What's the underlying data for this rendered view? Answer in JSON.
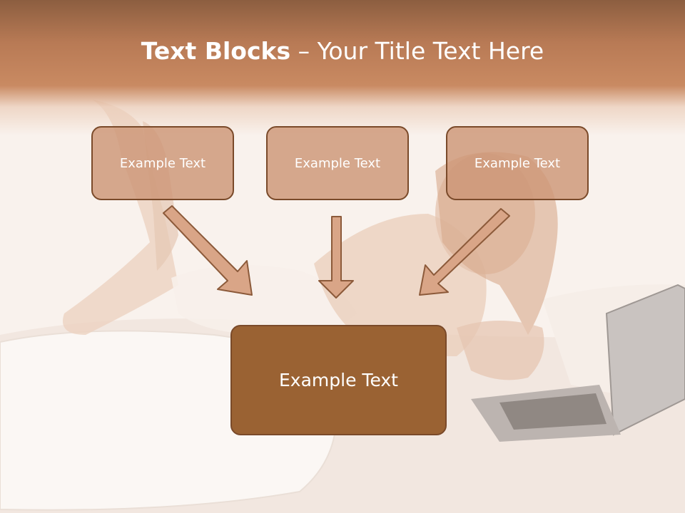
{
  "slide": {
    "title_bold": "Text Blocks",
    "title_rest": " – Your Title Text Here",
    "boxes": [
      {
        "label": "Example Text"
      },
      {
        "label": "Example Text"
      },
      {
        "label": "Example Text"
      }
    ],
    "center_box": {
      "label": "Example Text"
    }
  },
  "colors": {
    "header_band": "#c98a62",
    "small_box_fill": "#cd9676",
    "box_border": "#7a4a2a",
    "center_box_fill": "#9a6233",
    "arrow_fill": "#d9a587",
    "arrow_stroke": "#8c5a3a"
  }
}
